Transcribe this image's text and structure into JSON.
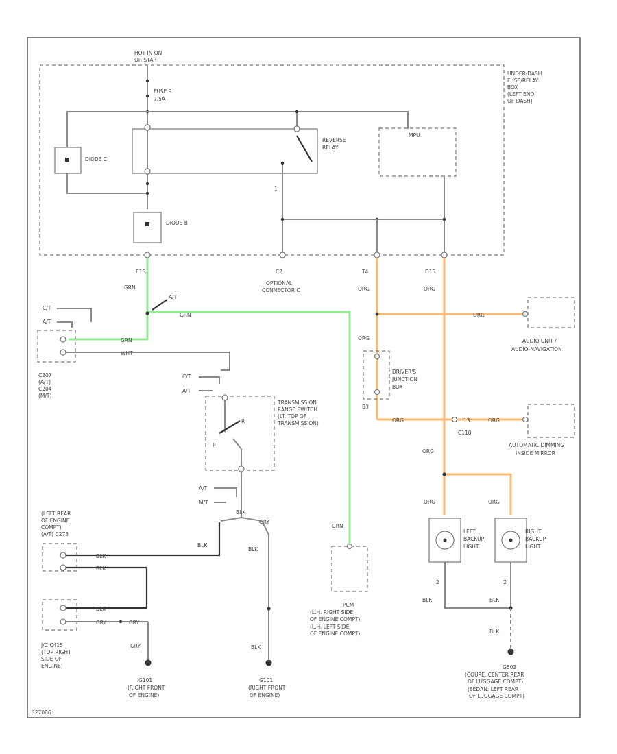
{
  "labels": {
    "power_source": "HOT IN ON",
    "power_source_2": "OR START",
    "fuse": "FUSE 9",
    "fuse_rating": "7.5A",
    "fuse_box_1": "UNDER-DASH",
    "fuse_box_2": "FUSE/RELAY",
    "fuse_box_3": "BOX",
    "fuse_box_4": "(LEFT END",
    "fuse_box_5": "OF DASH)",
    "diode_c": "DIODE C",
    "diode_b": "DIODE B",
    "reverse_relay_1": "REVERSE",
    "reverse_relay_2": "RELAY",
    "mpu": "MPU",
    "conn_e15": "E15",
    "conn_c2": "C2",
    "conn_t4": "T4",
    "conn_d15": "D15",
    "optional_1": "OPTIONAL",
    "optional_2": "CONNECTOR C",
    "pin_1": "1",
    "wire_grn_1": "GRN",
    "wire_grn_2": "GRN",
    "wire_grn_3": "GRN",
    "wire_grn_4": "GRN",
    "wire_org_1": "ORG",
    "wire_org_2": "ORG",
    "wire_org_3": "ORG",
    "wire_org_4": "ORG",
    "wire_org_5": "ORG",
    "wire_org_6": "ORG",
    "wire_org_7": "ORG",
    "wire_org_8": "ORG",
    "wire_org_9": "ORG",
    "wire_wht": "WHT",
    "wire_blk_1": "BLK",
    "wire_blk_2": "BLK",
    "wire_blk_3": "BLK",
    "wire_blk_4": "BLK",
    "wire_blk_5": "BLK",
    "wire_blk_6": "BLK",
    "wire_blk_7": "BLK",
    "wire_blk_8": "BLK",
    "wire_gry_1": "GRY",
    "wire_gry_2": "GRY",
    "wire_gry_3": "GRY",
    "at": "A/T",
    "mt": "M/T",
    "ct_at": "C/T",
    "at_2": "A/T",
    "c207_1": "C207",
    "c207_2": "(A/T)",
    "c204_1": "C204",
    "c204_2": "(M/T)",
    "audio_unit_1": "AUDIO UNIT /",
    "audio_unit_2": "AUDIO-NAVIGATION",
    "drivers_jb_1": "DRIVER'S",
    "drivers_jb_2": "JUNCTION",
    "drivers_jb_3": "BOX",
    "conn_b3": "B3",
    "conn_c110": "C110",
    "pin_13": "13",
    "auto_mirror_1": "AUTOMATIC DIMMING",
    "auto_mirror_2": "INSIDE MIRROR",
    "trans_sw_1": "TRANSMISSION",
    "trans_sw_2": "RANGE SWITCH",
    "trans_sw_3": "(LT. TOP OF",
    "trans_sw_4": "TRANSMISSION)",
    "ct_2": "C/T",
    "at_3": "A/T",
    "mt_2": "M/T",
    "left_rear_1": "(LEFT REAR",
    "left_rear_2": "OF ENGINE",
    "left_rear_3": "COMPT)",
    "left_rear_4": "(A/T) C273",
    "left_backup_1": "LEFT",
    "left_backup_2": "BACKUP",
    "left_backup_3": "LIGHT",
    "right_backup_1": "RIGHT",
    "right_backup_2": "BACKUP",
    "right_backup_3": "LIGHT",
    "pcm_1": "PCM",
    "pcm_2": "(L.H. RIGHT SIDE",
    "pcm_3": "OF ENGINE COMPT)",
    "pcm_4": "(L.H. LEFT SIDE",
    "pcm_5": "OF ENGINE COMPT)",
    "jc_1": "J/C C415",
    "jc_2": "(TOP RIGHT",
    "jc_3": "SIDE OF",
    "jc_4": "ENGINE)",
    "g101_a_1": "G101",
    "g101_a_2": "(RIGHT FRONT",
    "g101_a_3": "OF ENGINE)",
    "g101_b_1": "G101",
    "g101_b_2": "(RIGHT FRONT",
    "g101_b_3": "OF ENGINE)",
    "g503_1": "G503",
    "g503_2": "(COUPE: CENTER REAR",
    "g503_3": "OF LUGGAGE COMPT)",
    "g503_4": "(SEDAN: LEFT REAR",
    "g503_5": "OF LUGGAGE COMPT)",
    "pin_2a": "2",
    "pin_2b": "2",
    "diagram_id": "327086"
  },
  "colors": {
    "highlight_grn": "#90ee90",
    "highlight_org": "#ffb870",
    "line": "#8a8a8a"
  }
}
